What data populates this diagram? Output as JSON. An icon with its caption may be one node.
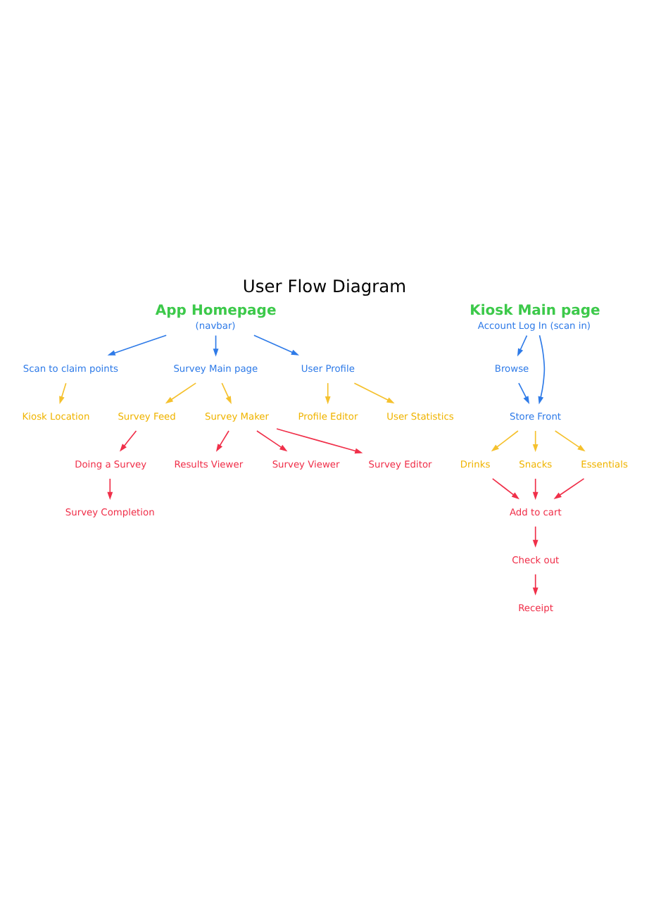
{
  "diagram": {
    "title": "User Flow Diagram",
    "nodes": [
      {
        "text": [
          "App Homepage",
          "(navbar)"
        ]
      },
      {
        "text": [
          "Scan to claim points"
        ]
      },
      {
        "text": [
          "Survey Main page"
        ]
      },
      {
        "text": [
          "User Profile"
        ]
      },
      {
        "text": [
          "Kiosk Location"
        ]
      },
      {
        "text": [
          "Survey Feed"
        ]
      },
      {
        "text": [
          "Survey Maker"
        ]
      },
      {
        "text": [
          "Profile Editor"
        ]
      },
      {
        "text": [
          "User Statistics"
        ]
      },
      {
        "text": [
          "Doing a Survey"
        ]
      },
      {
        "text": [
          "Survey Completion"
        ]
      },
      {
        "text": [
          "Results Viewer"
        ]
      },
      {
        "text": [
          "Survey Viewer"
        ]
      },
      {
        "text": [
          "Survey Editor"
        ]
      },
      {
        "text": [
          "Kiosk Main page",
          "Account Log In (scan in)"
        ]
      },
      {
        "text": [
          "Browse"
        ]
      },
      {
        "text": [
          "Store Front"
        ]
      },
      {
        "text": [
          "Drinks"
        ]
      },
      {
        "text": [
          "Snacks"
        ]
      },
      {
        "text": [
          "Essentials"
        ]
      },
      {
        "text": [
          "Add to cart"
        ]
      },
      {
        "text": [
          "Check out"
        ]
      },
      {
        "text": [
          "Receipt"
        ]
      }
    ],
    "edges": [
      {
        "from": 0,
        "to": 1,
        "arrow": "to",
        "color": "#2f7be8"
      },
      {
        "from": 0,
        "to": 2,
        "arrow": "to",
        "color": "#2f7be8"
      },
      {
        "from": 0,
        "to": 3,
        "arrow": "to",
        "color": "#2f7be8"
      },
      {
        "from": 1,
        "to": 4,
        "arrow": "to",
        "color": "#f5c12e"
      },
      {
        "from": 2,
        "to": 5,
        "arrow": "to",
        "color": "#f5c12e"
      },
      {
        "from": 2,
        "to": 6,
        "arrow": "to",
        "color": "#f5c12e"
      },
      {
        "from": 3,
        "to": 7,
        "arrow": "to",
        "color": "#f5c12e"
      },
      {
        "from": 3,
        "to": 8,
        "arrow": "to",
        "color": "#f5c12e"
      },
      {
        "from": 5,
        "to": 9,
        "arrow": "to"
      },
      {
        "from": 9,
        "to": 10,
        "arrow": "to"
      },
      {
        "from": 6,
        "to": 11,
        "arrow": "to"
      },
      {
        "from": 6,
        "to": 12,
        "arrow": "to"
      },
      {
        "from": 6,
        "to": 13,
        "arrow": "to"
      },
      {
        "from": 14,
        "to": 16,
        "arrow": "to",
        "color": "#2f7be8"
      },
      {
        "from": 14,
        "to": 15,
        "arrow": "to",
        "color": "#2f7be8"
      },
      {
        "from": 15,
        "to": 16,
        "arrow": "to",
        "color": "#2f7be8"
      },
      {
        "from": 16,
        "to": 17,
        "arrow": "to",
        "color": "#f5c12e"
      },
      {
        "from": 16,
        "to": 18,
        "arrow": "to",
        "color": "#f5c12e"
      },
      {
        "from": 16,
        "to": 19,
        "arrow": "to",
        "color": "#f5c12e"
      },
      {
        "from": 17,
        "to": 20,
        "arrow": "to"
      },
      {
        "from": 18,
        "to": 20,
        "arrow": "to"
      },
      {
        "from": 19,
        "to": 20,
        "arrow": "to"
      },
      {
        "from": 20,
        "to": 21,
        "arrow": "to"
      },
      {
        "from": 21,
        "to": 22,
        "arrow": "to"
      }
    ]
  }
}
